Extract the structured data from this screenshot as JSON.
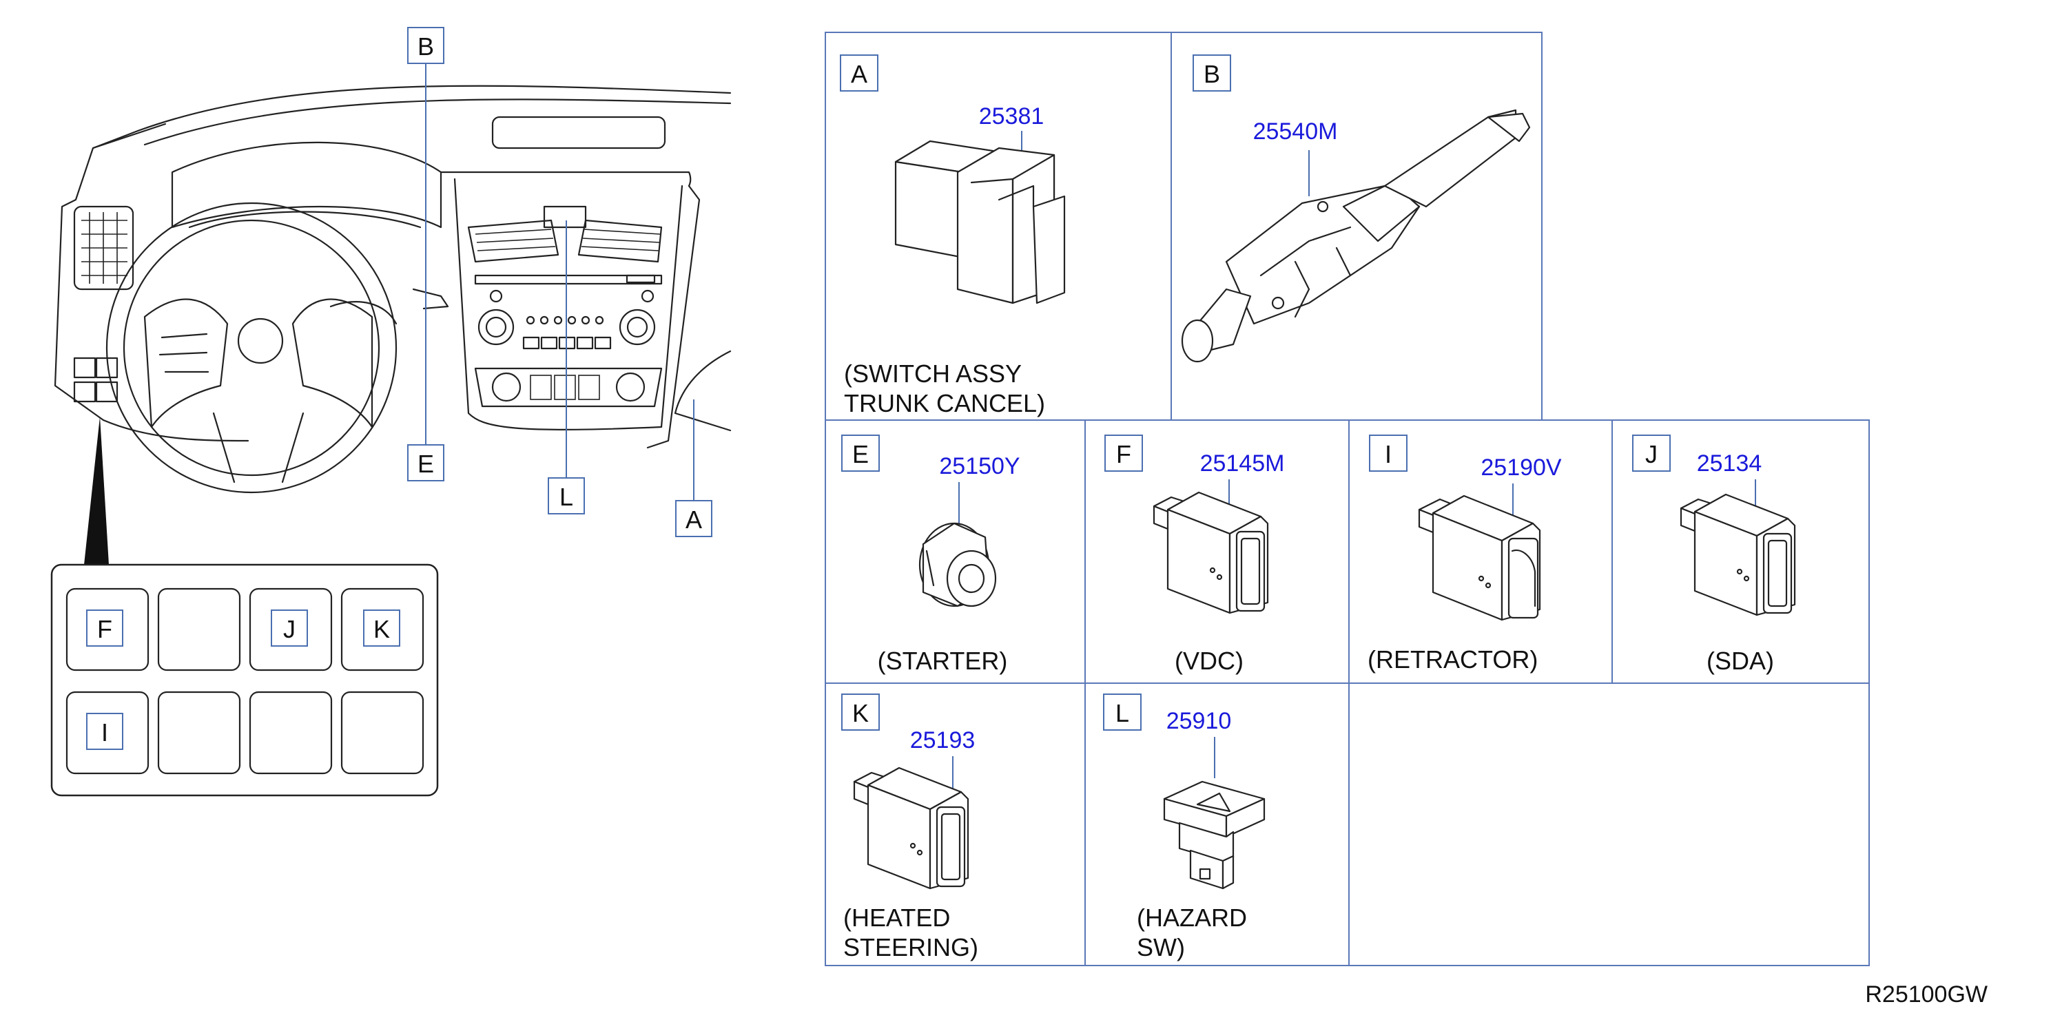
{
  "drawing": {
    "reference_code": "R25100GW"
  },
  "dashboard": {
    "callouts": [
      "B",
      "E",
      "L",
      "A"
    ],
    "switch_panel": {
      "row1": [
        "F",
        "",
        "J",
        "K"
      ],
      "row2": [
        "I",
        "",
        "",
        ""
      ]
    }
  },
  "panels": [
    {
      "letter": "A",
      "part_number": "25381",
      "caption": [
        "(SWITCH   ASSY",
        "TRUNK   CANCEL)"
      ]
    },
    {
      "letter": "B",
      "part_number": "25540M",
      "caption": []
    },
    {
      "letter": "E",
      "part_number": "25150Y",
      "caption": [
        "(STARTER)"
      ]
    },
    {
      "letter": "F",
      "part_number": "25145M",
      "caption": [
        "(VDC)"
      ]
    },
    {
      "letter": "I",
      "part_number": "25190V",
      "caption": [
        "(RETRACTOR)"
      ]
    },
    {
      "letter": "J",
      "part_number": "25134",
      "caption": [
        "(SDA)"
      ]
    },
    {
      "letter": "K",
      "part_number": "25193",
      "caption": [
        "(HEATED",
        "STEERING)"
      ]
    },
    {
      "letter": "L",
      "part_number": "25910",
      "caption": [
        "(HAZARD",
        "SW)"
      ]
    }
  ]
}
